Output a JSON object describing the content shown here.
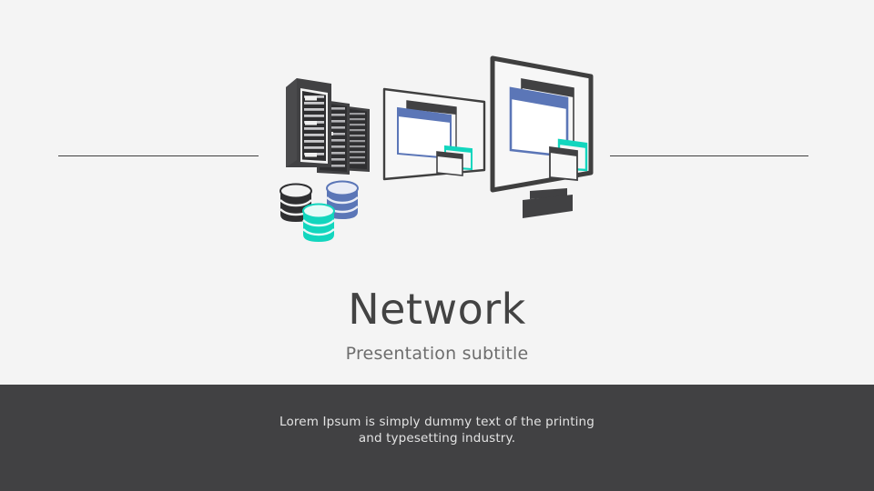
{
  "slide": {
    "background_color": "#f4f4f4",
    "title": "Network",
    "subtitle": "Presentation subtitle",
    "title_color": "#434343",
    "subtitle_color": "#6d6d6d"
  },
  "dividers": {
    "left_label": "left-divider-rule",
    "right_label": "right-divider-rule",
    "color": "#3f3f3f"
  },
  "illustration": {
    "name": "network-infrastructure-illustration",
    "description": "Server racks with database cylinders connected to two display screens",
    "colors": {
      "dark": "#414143",
      "blue": "#5b76b7",
      "teal": "#12d6be",
      "outline": "#3f3f3f",
      "screen_fill": "#f7f7f7"
    },
    "elements": [
      "server-rack-large",
      "server-rack-medium",
      "server-rack-small",
      "database-cylinder-dark",
      "database-cylinder-blue",
      "database-cylinder-teal",
      "screen-small",
      "monitor-large",
      "window-blue",
      "window-dark",
      "window-teal"
    ]
  },
  "footer": {
    "background_color": "#414143",
    "text": "Lorem Ipsum is simply dummy text of the printing and typesetting industry.",
    "text_color": "#e3e3e3"
  }
}
